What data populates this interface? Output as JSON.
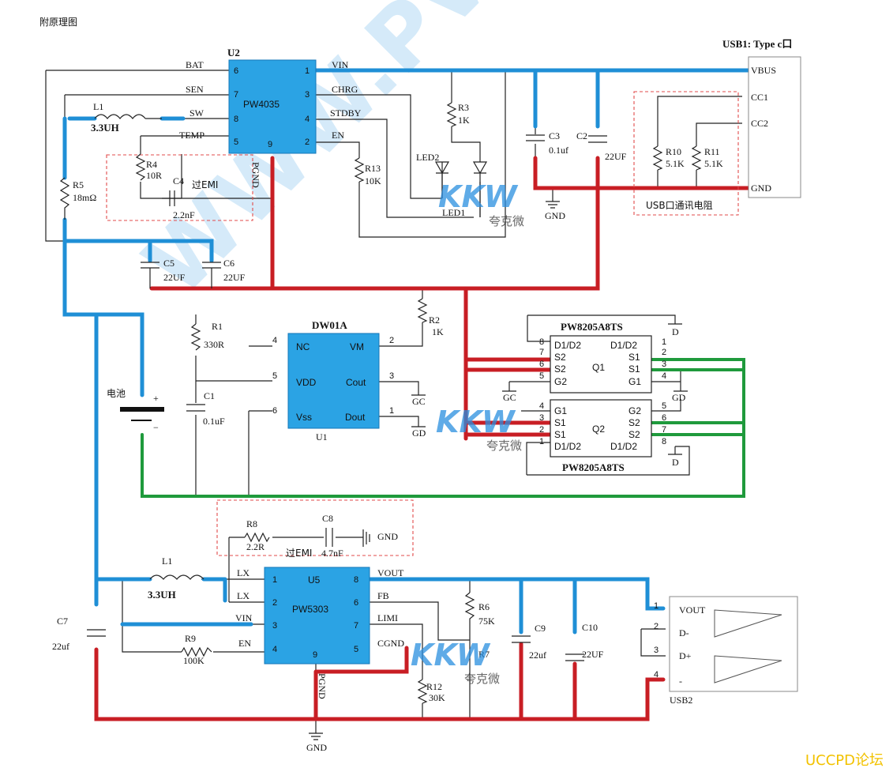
{
  "title": "附原理图",
  "watermark": "WWW.PV",
  "logo": {
    "text": "KKW",
    "sub": "夸克微"
  },
  "forum_tag": "UCCPD论坛",
  "u2": {
    "ref": "U2",
    "part": "PW4035",
    "pins_left": [
      {
        "num": "6",
        "name": "BAT"
      },
      {
        "num": "7",
        "name": "SEN"
      },
      {
        "num": "8",
        "name": "SW"
      },
      {
        "num": "5",
        "name": "TEMP"
      }
    ],
    "pins_right": [
      {
        "num": "1",
        "name": "VIN"
      },
      {
        "num": "3",
        "name": "CHRG"
      },
      {
        "num": "4",
        "name": "STDBY"
      },
      {
        "num": "2",
        "name": "EN"
      }
    ],
    "pin_bottom": {
      "num": "9",
      "name": "PGND"
    }
  },
  "u1": {
    "ref": "U1",
    "part": "DW01A",
    "pins_left": [
      {
        "num": "4",
        "name": "NC"
      },
      {
        "num": "5",
        "name": "VDD"
      },
      {
        "num": "6",
        "name": "Vss"
      }
    ],
    "pins_right": [
      {
        "num": "2",
        "name": "VM"
      },
      {
        "num": "3",
        "name": "Cout"
      },
      {
        "num": "1",
        "name": "Dout"
      }
    ]
  },
  "u5": {
    "ref": "U5",
    "part": "PW5303",
    "pins_left": [
      {
        "num": "1",
        "name": "LX"
      },
      {
        "num": "2",
        "name": "LX"
      },
      {
        "num": "3",
        "name": "VIN"
      },
      {
        "num": "4",
        "name": "EN"
      }
    ],
    "pins_right": [
      {
        "num": "8",
        "name": "VOUT"
      },
      {
        "num": "6",
        "name": "FB"
      },
      {
        "num": "7",
        "name": "LIMI"
      },
      {
        "num": "5",
        "name": "CGND"
      }
    ],
    "pin_bottom": {
      "num": "9",
      "name": "PGND"
    }
  },
  "q1": {
    "ref": "Q1",
    "part": "PW8205A8TS",
    "pins_left": [
      {
        "num": "8",
        "name": "D1/D2"
      },
      {
        "num": "7",
        "name": "S2"
      },
      {
        "num": "6",
        "name": "S2"
      },
      {
        "num": "5",
        "name": "G2"
      }
    ],
    "pins_right": [
      {
        "num": "1",
        "name": "D1/D2"
      },
      {
        "num": "2",
        "name": "S1"
      },
      {
        "num": "3",
        "name": "S1"
      },
      {
        "num": "4",
        "name": "G1"
      }
    ]
  },
  "q2": {
    "ref": "Q2",
    "part": "PW8205A8TS",
    "pins_left": [
      {
        "num": "4",
        "name": "G1"
      },
      {
        "num": "3",
        "name": "S1"
      },
      {
        "num": "2",
        "name": "S1"
      },
      {
        "num": "1",
        "name": "D1/D2"
      }
    ],
    "pins_right": [
      {
        "num": "5",
        "name": "G2"
      },
      {
        "num": "6",
        "name": "S2"
      },
      {
        "num": "7",
        "name": "S2"
      },
      {
        "num": "8",
        "name": "D1/D2"
      }
    ]
  },
  "usb1": {
    "title": "USB1: Type c口",
    "pins": [
      "VBUS",
      "CC1",
      "CC2",
      "GND"
    ],
    "note": "USB口通讯电阻"
  },
  "usb2": {
    "ref": "USB2",
    "pins": [
      {
        "num": "1",
        "name": "VOUT"
      },
      {
        "num": "2",
        "name": "D-"
      },
      {
        "num": "3",
        "name": "D+"
      },
      {
        "num": "4",
        "name": "-"
      }
    ]
  },
  "parts": {
    "L1_top": {
      "ref": "L1",
      "value": "3.3UH"
    },
    "L1_bottom": {
      "ref": "L1",
      "value": "3.3UH"
    },
    "R1": {
      "ref": "R1",
      "value": "330R"
    },
    "R2": {
      "ref": "R2",
      "value": "1K"
    },
    "R3": {
      "ref": "R3",
      "value": "1K"
    },
    "R4": {
      "ref": "R4",
      "value": "10R"
    },
    "R5": {
      "ref": "R5",
      "value": "18mΩ"
    },
    "R6": {
      "ref": "R6",
      "value": "75K"
    },
    "R7": {
      "ref": "R7",
      "value": ""
    },
    "R8": {
      "ref": "R8",
      "value": "2.2R"
    },
    "R9": {
      "ref": "R9",
      "value": "100K"
    },
    "R10": {
      "ref": "R10",
      "value": "5.1K"
    },
    "R11": {
      "ref": "R11",
      "value": "5.1K"
    },
    "R12": {
      "ref": "R12",
      "value": "30K"
    },
    "R13": {
      "ref": "R13",
      "value": "10K"
    },
    "C1": {
      "ref": "C1",
      "value": "0.1uF"
    },
    "C2": {
      "ref": "C2",
      "value": "22UF"
    },
    "C3": {
      "ref": "C3",
      "value": "0.1uf"
    },
    "C4": {
      "ref": "C4",
      "value": "2.2nF"
    },
    "C5": {
      "ref": "C5",
      "value": "22UF"
    },
    "C6": {
      "ref": "C6",
      "value": "22UF"
    },
    "C7": {
      "ref": "C7",
      "value": "22uf"
    },
    "C8": {
      "ref": "C8",
      "value": "4.7nF"
    },
    "C9": {
      "ref": "C9",
      "value": "22uf"
    },
    "C10": {
      "ref": "C10",
      "value": "22UF"
    },
    "LED1": {
      "ref": "LED1"
    },
    "LED2": {
      "ref": "LED2"
    }
  },
  "notes": {
    "emi": "过EMI",
    "battery": "电池",
    "plus": "+",
    "minus": "−"
  },
  "nets": {
    "gnd": "GND",
    "gd": "GD",
    "gc": "GC",
    "d": "D"
  }
}
